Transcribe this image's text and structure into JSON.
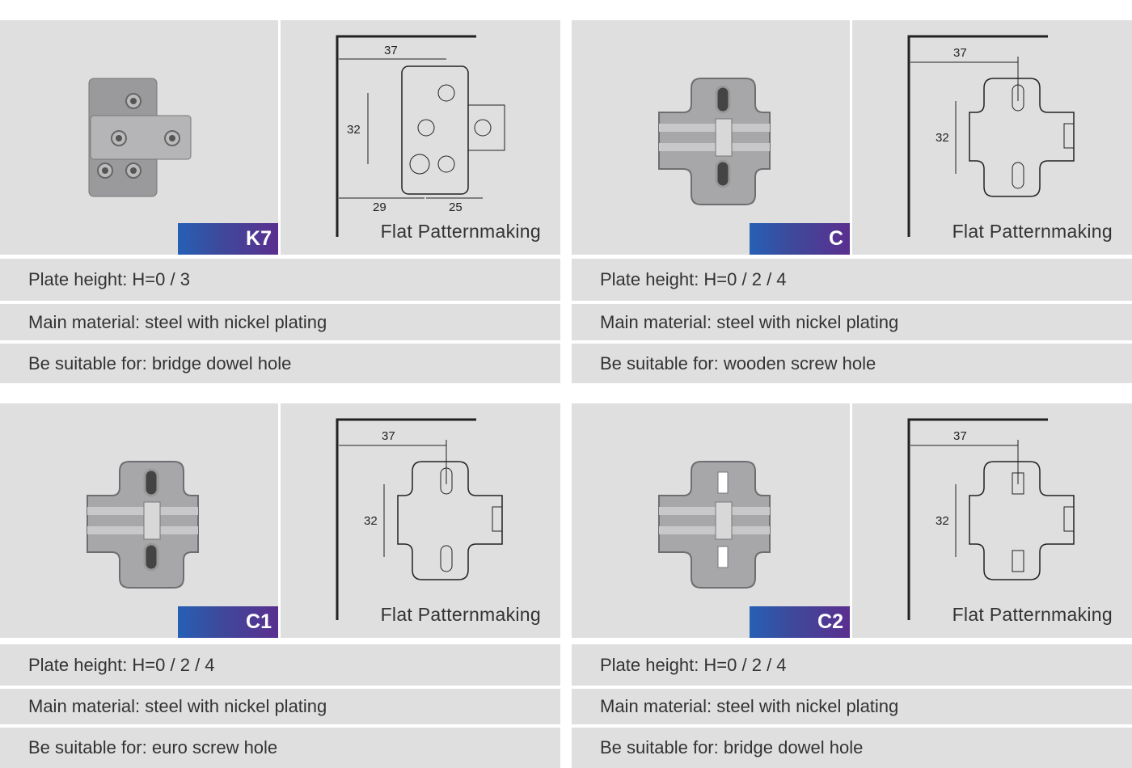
{
  "cards": [
    {
      "model": "K7",
      "caption": "Flat Patternmaking",
      "dims": {
        "width": "37",
        "height": "32",
        "left": "29",
        "right": "25"
      },
      "specs": [
        "Plate height: H=0 / 3",
        "Main material: steel with nickel plating",
        "Be suitable for: bridge dowel hole"
      ]
    },
    {
      "model": "C",
      "caption": "Flat Patternmaking",
      "dims": {
        "width": "37",
        "height": "32"
      },
      "specs": [
        "Plate height: H=0 / 2 / 4",
        "Main material: steel with nickel plating",
        "Be suitable for: wooden screw hole"
      ]
    },
    {
      "model": "C1",
      "caption": "Flat Patternmaking",
      "dims": {
        "width": "37",
        "height": "32"
      },
      "specs": [
        "Plate height: H=0 / 2 / 4",
        "Main material: steel with nickel plating",
        "Be suitable for: euro screw hole"
      ]
    },
    {
      "model": "C2",
      "caption": "Flat Patternmaking",
      "dims": {
        "width": "37",
        "height": "32"
      },
      "specs": [
        "Plate height: H=0 / 2 / 4",
        "Main material: steel with nickel plating",
        "Be suitable for: bridge dowel hole"
      ]
    }
  ],
  "colors": {
    "panel": "#e0dfe0",
    "badge_start": "#2560b5",
    "badge_end": "#5a2f8f"
  }
}
